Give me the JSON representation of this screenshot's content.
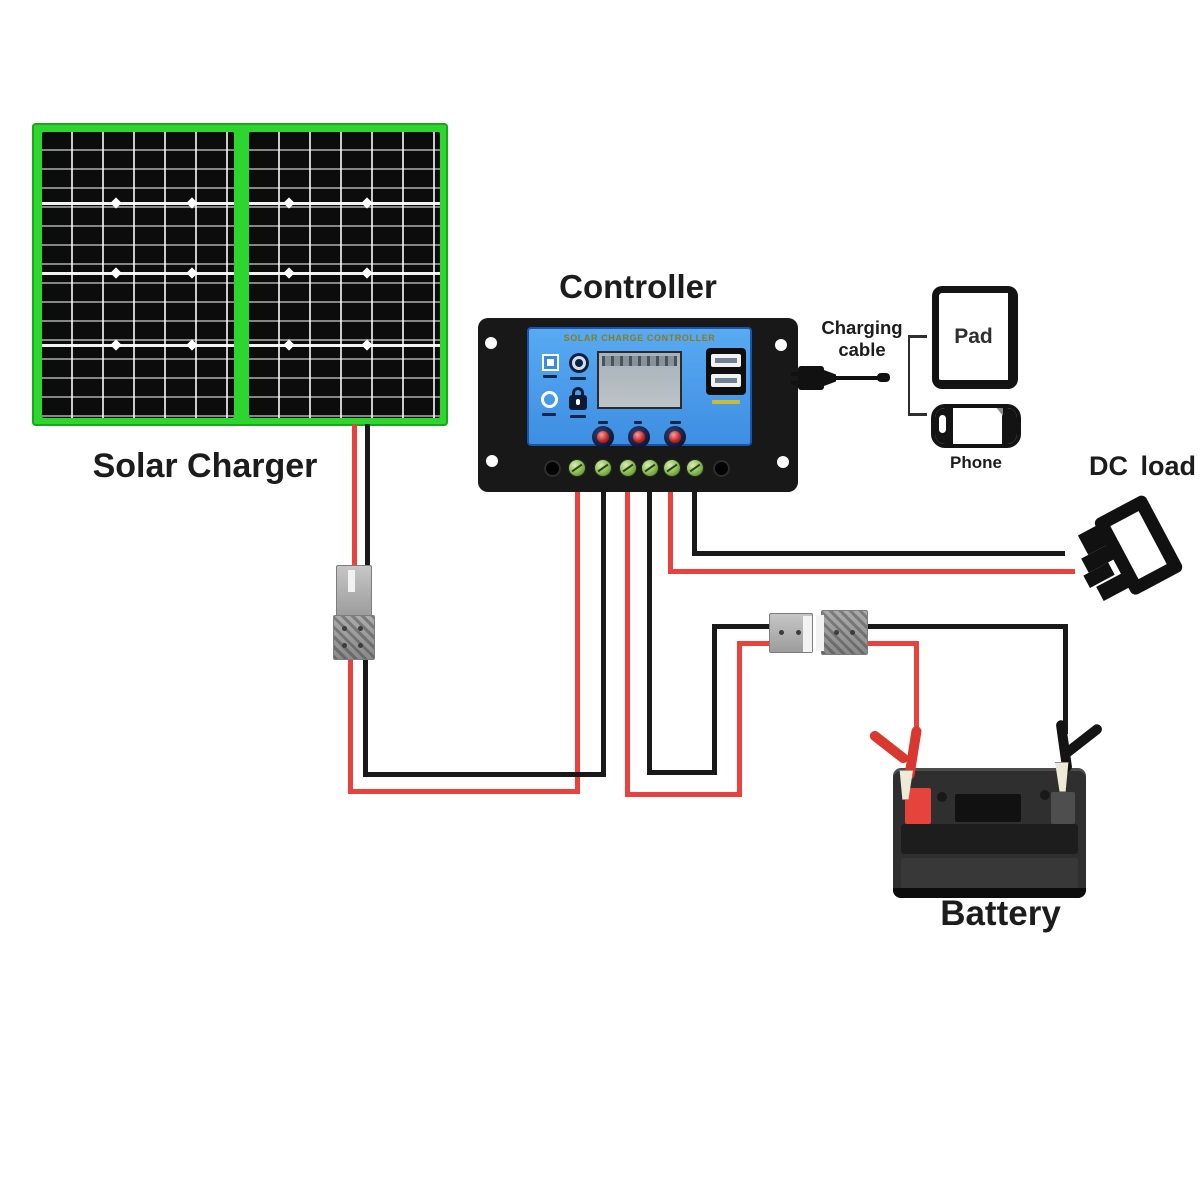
{
  "labels": {
    "solar_charger": "Solar Charger",
    "controller": "Controller",
    "controller_plate": "SOLAR CHARGE CONTROLLER",
    "charging_cable_line1": "Charging",
    "charging_cable_line2": "cable",
    "pad": "Pad",
    "phone": "Phone",
    "dc_load": "DC load",
    "battery": "Battery"
  },
  "colors": {
    "panel_frame_green": "#2ed52e",
    "panel_cell_black": "#0c0c0c",
    "wire_red": "#e8423c",
    "wire_black": "#191919",
    "controller_body": "#181818",
    "controller_face_blue": "#4a9ceb",
    "controller_title_gold": "#8a7c1e",
    "lcd_gray": "#aab4ba",
    "terminal_screw_green": "#86b84f",
    "connector_gray": "#b3b3b3",
    "battery_body": "#2f2f2f",
    "battery_terminal_red": "#e5433b",
    "label_text": "#1c1c1c"
  }
}
